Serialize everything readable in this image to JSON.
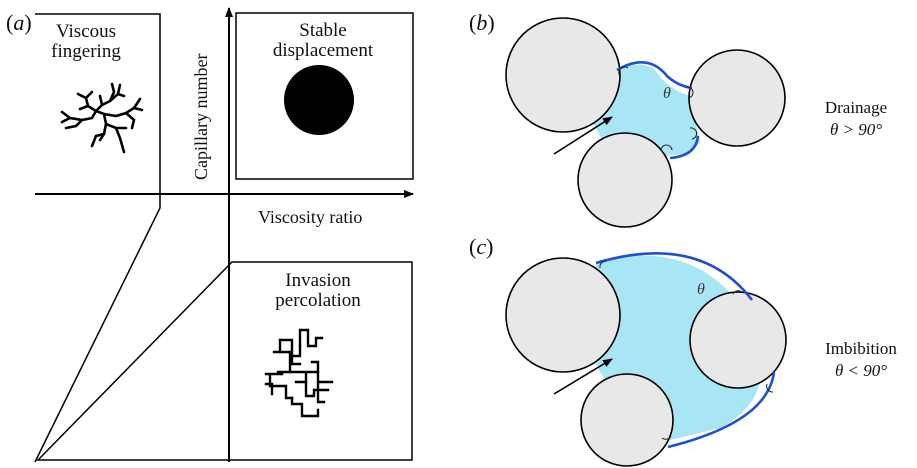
{
  "panels": {
    "a": {
      "letter": "a",
      "quadrants": {
        "top_left": [
          "Viscous",
          "fingering"
        ],
        "top_right": [
          "Stable",
          "displacement"
        ],
        "bottom_right": [
          "Invasion",
          "percolation"
        ]
      },
      "axes": {
        "vertical": "Capillary number",
        "horizontal": "Viscosity ratio"
      }
    },
    "b": {
      "letter": "b",
      "angle_symbol": "θ",
      "caption_title": "Drainage",
      "caption_condition": "θ > 90°"
    },
    "c": {
      "letter": "c",
      "angle_symbol": "θ",
      "caption_title": "Imbibition",
      "caption_condition": "θ < 90°"
    }
  },
  "colors": {
    "grain_fill": "#e8e8e8",
    "grain_stroke": "#000000",
    "fluid_fill": "#a8e6f6",
    "interface_stroke": "#1e4fd6",
    "marker": "#000000"
  },
  "icons": {
    "fingering": "fractal-branching-pattern",
    "percolation": "rectilinear-invasion-cluster",
    "stable": "filled-disc"
  }
}
